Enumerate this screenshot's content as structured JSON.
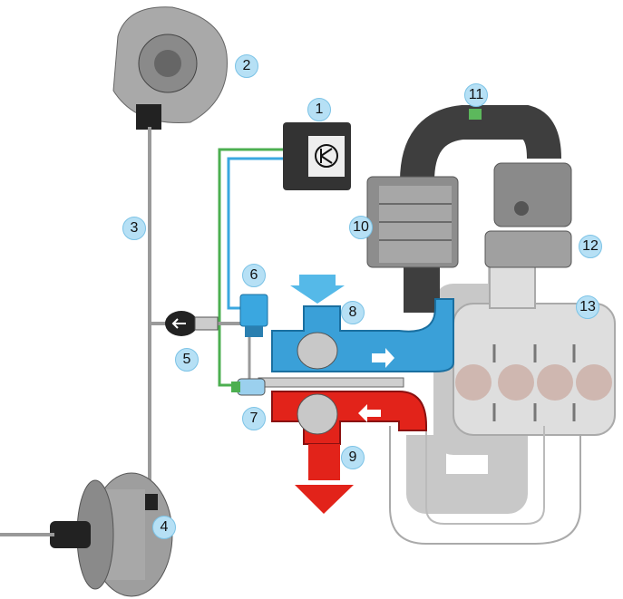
{
  "labels": {
    "l1": "1",
    "l2": "2",
    "l3": "3",
    "l4": "4",
    "l5": "5",
    "l6": "6",
    "l7": "7",
    "l8": "8",
    "l9": "9",
    "l10": "10",
    "l11": "11",
    "l12": "12",
    "l13": "13"
  },
  "colors": {
    "label_bg": "#b6e0f5",
    "compressor": "#3aa0d8",
    "turbine": "#e2231a",
    "hose": "#3e3e3e",
    "engine": "#dcdcdc",
    "wire_green": "#4caf50",
    "wire_blue": "#3aa7e0"
  }
}
